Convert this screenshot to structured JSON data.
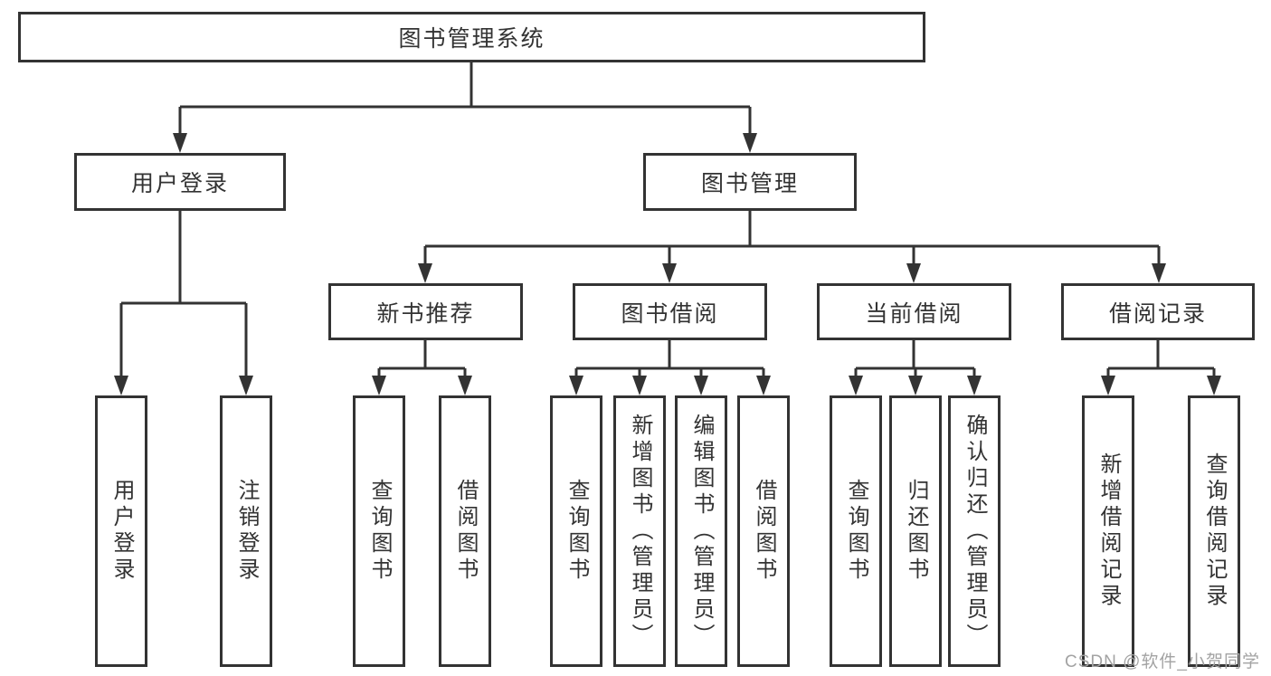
{
  "tree": {
    "root": "图书管理系统",
    "branches": [
      {
        "label": "用户登录",
        "children": [
          "用户登录",
          "注销登录"
        ]
      },
      {
        "label": "图书管理",
        "sections": [
          {
            "label": "新书推荐",
            "children": [
              "查询图书",
              "借阅图书"
            ]
          },
          {
            "label": "图书借阅",
            "children": [
              "查询图书",
              "新增图书（管理员）",
              "编辑图书（管理员）",
              "借阅图书"
            ]
          },
          {
            "label": "当前借阅",
            "children": [
              "查询图书",
              "归还图书",
              "确认归还（管理员）"
            ]
          },
          {
            "label": "借阅记录",
            "children": [
              "新增借阅记录",
              "查询借阅记录"
            ]
          }
        ]
      }
    ]
  },
  "watermark": {
    "text": "CSDN @软件_小贺同学"
  },
  "colors": {
    "line": "#333333",
    "box_border": "#333333",
    "text": "#333333",
    "watermark": "#a3a3a3",
    "background": "#ffffff"
  }
}
